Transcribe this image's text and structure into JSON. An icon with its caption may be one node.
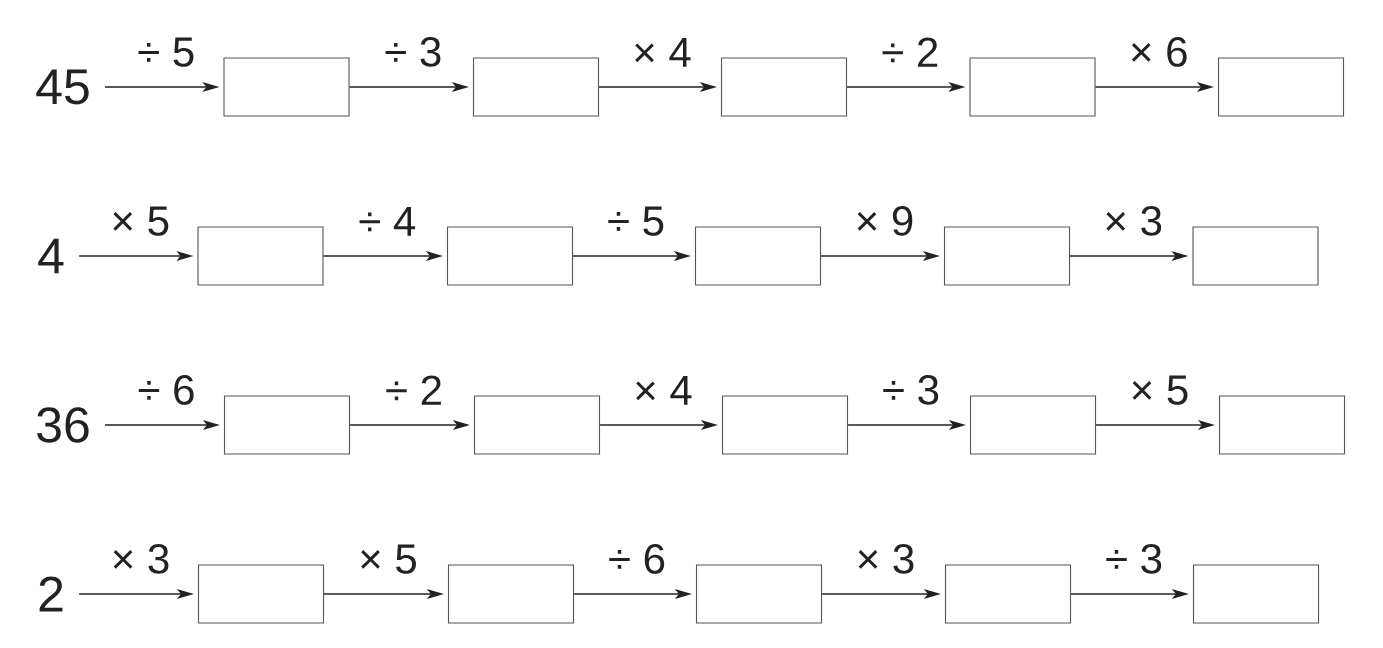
{
  "diagram": {
    "nodes": [
      {
        "text": [
          "45"
        ]
      },
      {
        "text": [],
        "shape": "box"
      },
      {
        "text": [],
        "shape": "box"
      },
      {
        "text": [],
        "shape": "box"
      },
      {
        "text": [],
        "shape": "box"
      },
      {
        "text": [],
        "shape": "box"
      },
      {
        "text": [
          "4"
        ]
      },
      {
        "text": [],
        "shape": "box"
      },
      {
        "text": [],
        "shape": "box"
      },
      {
        "text": [],
        "shape": "box"
      },
      {
        "text": [],
        "shape": "box"
      },
      {
        "text": [],
        "shape": "box"
      },
      {
        "text": [
          "36"
        ]
      },
      {
        "text": [],
        "shape": "box"
      },
      {
        "text": [],
        "shape": "box"
      },
      {
        "text": [],
        "shape": "box"
      },
      {
        "text": [],
        "shape": "box"
      },
      {
        "text": [],
        "shape": "box"
      },
      {
        "text": [
          "2"
        ]
      },
      {
        "text": [],
        "shape": "box"
      },
      {
        "text": [],
        "shape": "box"
      },
      {
        "text": [],
        "shape": "box"
      },
      {
        "text": [],
        "shape": "box"
      },
      {
        "text": [],
        "shape": "box"
      }
    ],
    "edges": [
      {
        "from": 0,
        "to": 1,
        "arrow": "to",
        "label": "÷ 5"
      },
      {
        "from": 1,
        "to": 2,
        "arrow": "to",
        "label": "÷ 3"
      },
      {
        "from": 2,
        "to": 3,
        "arrow": "to",
        "label": "× 4"
      },
      {
        "from": 3,
        "to": 4,
        "arrow": "to",
        "label": "÷ 2"
      },
      {
        "from": 4,
        "to": 5,
        "arrow": "to",
        "label": "× 6"
      },
      {
        "from": 6,
        "to": 7,
        "arrow": "to",
        "label": "× 5"
      },
      {
        "from": 7,
        "to": 8,
        "arrow": "to",
        "label": "÷ 4"
      },
      {
        "from": 8,
        "to": 9,
        "arrow": "to",
        "label": "÷ 5"
      },
      {
        "from": 9,
        "to": 10,
        "arrow": "to",
        "label": "× 9"
      },
      {
        "from": 10,
        "to": 11,
        "arrow": "to",
        "label": "× 3"
      },
      {
        "from": 12,
        "to": 13,
        "arrow": "to",
        "label": "÷ 6"
      },
      {
        "from": 13,
        "to": 14,
        "arrow": "to",
        "label": "÷ 2"
      },
      {
        "from": 14,
        "to": 15,
        "arrow": "to",
        "label": "× 4"
      },
      {
        "from": 15,
        "to": 16,
        "arrow": "to",
        "label": "÷ 3"
      },
      {
        "from": 16,
        "to": 17,
        "arrow": "to",
        "label": "× 5"
      },
      {
        "from": 18,
        "to": 19,
        "arrow": "to",
        "label": "× 3"
      },
      {
        "from": 19,
        "to": 20,
        "arrow": "to",
        "label": "× 5"
      },
      {
        "from": 20,
        "to": 21,
        "arrow": "to",
        "label": "÷ 6"
      },
      {
        "from": 21,
        "to": 22,
        "arrow": "to",
        "label": "× 3"
      },
      {
        "from": 22,
        "to": 23,
        "arrow": "to",
        "label": "÷ 3"
      }
    ]
  }
}
